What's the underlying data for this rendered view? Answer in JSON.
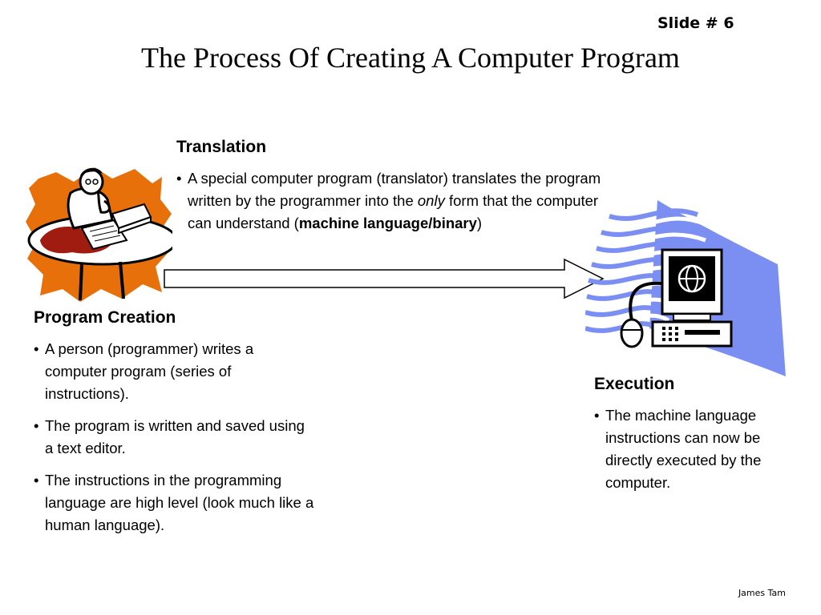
{
  "slide": {
    "number_label": "Slide # 6",
    "title": "The Process Of Creating A Computer Program",
    "footer": "James Tam"
  },
  "translation": {
    "heading": "Translation",
    "bullet_part1": "A special computer program (translator) translates the program written by the programmer into the ",
    "bullet_only": "only",
    "bullet_part2": " form that the computer can understand (",
    "bullet_bold": "machine language/binary",
    "bullet_part3": ")"
  },
  "program_creation": {
    "heading": "Program Creation",
    "bullets": [
      "A person (programmer) writes a computer program (series of instructions).",
      "The program is written and saved using a text editor.",
      "The instructions in the programming language are high level (look much like a human language)."
    ]
  },
  "execution": {
    "heading": "Execution",
    "bullets": [
      "The machine language instructions can now be directly executed by the computer."
    ]
  },
  "icons": {
    "programmer": "programmer-clipart-icon",
    "computer": "computer-clipart-icon",
    "arrow": "right-arrow-icon"
  },
  "colors": {
    "burst_orange": "#e8700a",
    "paper_red": "#a01c10",
    "wave_blue": "#7b8ff2"
  }
}
